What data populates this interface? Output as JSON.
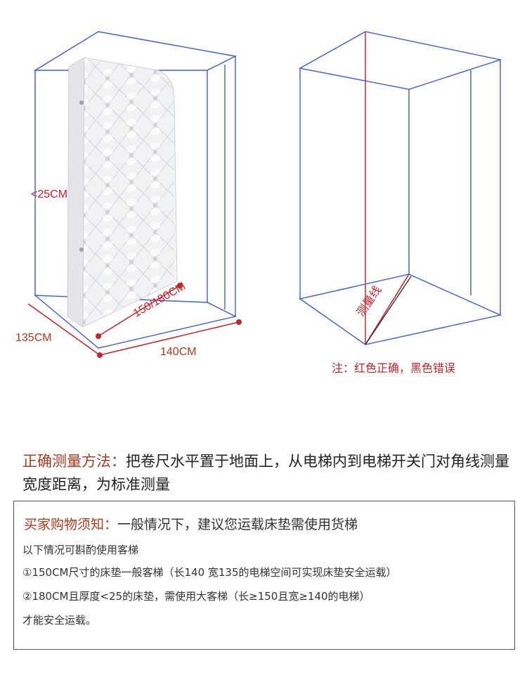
{
  "diagram": {
    "left_labels": {
      "height": "<25CM",
      "depth": "135CM",
      "width": "140CM",
      "bed_width": "150/180CM"
    },
    "right_labels": {
      "measure_line": "测量线"
    },
    "note": "注：红色正确，黑色错误",
    "colors": {
      "wire": "#3b5bdc",
      "accent_red": "#c8222a",
      "dot": "#c8222a"
    }
  },
  "method": {
    "label": "正确测量方法：",
    "text": "把卷尺水平置于地面上，从电梯内到电梯开关门对角线测量宽度距离，为标准测量"
  },
  "notice": {
    "label": "买家购物须知：",
    "text": "一般情况下，建议您运载床垫需使用货梯",
    "lines": [
      "以下情况可斟酌使用客梯",
      "①150CM尺寸的床垫一般客梯（长140 宽135的电梯空间可实现床垫安全运载）",
      "②180CM且厚度<25的床垫，需使用大客梯（长≥150且宽≥140的电梯）",
      "才能安全运载。"
    ]
  }
}
